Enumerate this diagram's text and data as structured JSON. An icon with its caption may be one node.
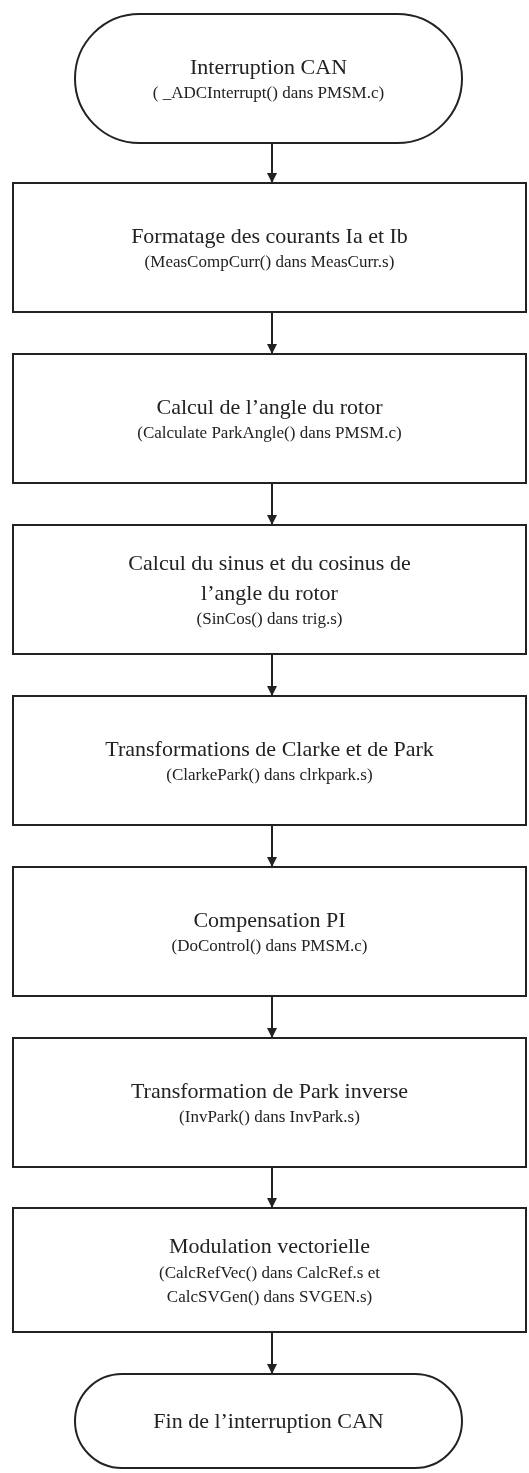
{
  "diagram": {
    "nodes": [
      {
        "text": [
          "Interruption CAN",
          "( _ADCInterrupt() dans PMSM.c)"
        ]
      },
      {
        "text": [
          "Formatage des courants Ia et Ib",
          "(MeasCompCurr() dans MeasCurr.s)"
        ]
      },
      {
        "text": [
          "Calcul de l’angle du rotor",
          "(Calculate ParkAngle() dans PMSM.c)"
        ]
      },
      {
        "text": [
          "Calcul du sinus et du cosinus de l’angle du rotor",
          "(SinCos() dans trig.s)"
        ]
      },
      {
        "text": [
          "Transformations de Clarke et de Park",
          "(ClarkePark() dans clrkpark.s)"
        ]
      },
      {
        "text": [
          "Compensation PI",
          "(DoControl() dans PMSM.c)"
        ]
      },
      {
        "text": [
          "Transformation de Park inverse",
          "(InvPark() dans InvPark.s)"
        ]
      },
      {
        "text": [
          "Modulation vectorielle",
          "(CalcRefVec() dans CalcRef.s et CalcSVGen() dans SVGEN.s)"
        ]
      },
      {
        "text": [
          "Fin de l’interruption CAN"
        ]
      }
    ],
    "edges": [
      {
        "from": 0,
        "to": 1,
        "arrow": "to"
      },
      {
        "from": 1,
        "to": 2,
        "arrow": "to"
      },
      {
        "from": 2,
        "to": 3,
        "arrow": "to"
      },
      {
        "from": 3,
        "to": 4,
        "arrow": "to"
      },
      {
        "from": 4,
        "to": 5,
        "arrow": "to"
      },
      {
        "from": 5,
        "to": 6,
        "arrow": "to"
      },
      {
        "from": 6,
        "to": 7,
        "arrow": "to"
      },
      {
        "from": 7,
        "to": 8,
        "arrow": "to"
      }
    ]
  }
}
